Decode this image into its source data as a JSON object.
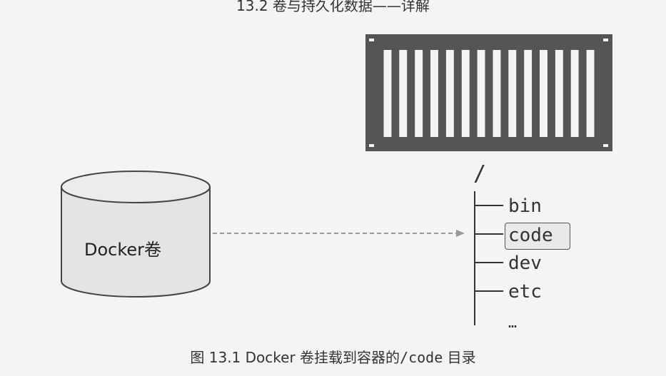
{
  "header": {
    "text": "13.2  卷与持久化数据——详解"
  },
  "volume": {
    "label": "Docker卷"
  },
  "container_icon": {
    "name": "container-icon"
  },
  "tree": {
    "root": "/",
    "items": [
      {
        "label": "bin",
        "highlighted": false
      },
      {
        "label": "code",
        "highlighted": true
      },
      {
        "label": "dev",
        "highlighted": false
      },
      {
        "label": "etc",
        "highlighted": false
      }
    ],
    "more": "…"
  },
  "caption": {
    "prefix": "图 13.1  Docker 卷挂载到容器的",
    "path": "/code",
    "suffix": " 目录"
  },
  "colors": {
    "container": "#555555",
    "cylinder_fill": "#e4e4e4",
    "arrow": "#999999",
    "highlight_box": "#e9e9e9"
  }
}
